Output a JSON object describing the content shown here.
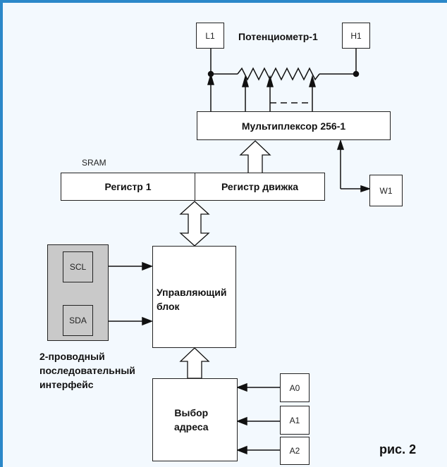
{
  "labels": {
    "potentiometer": "Потенциометр-1",
    "mux": "Мультиплексор 256-1",
    "sram": "SRAM",
    "reg1": "Регистр 1",
    "reg_wiper": "Регистр движка",
    "control_line1": "Управляющий",
    "control_line2": "блок",
    "addr_line1": "Выбор",
    "addr_line2": "адреса",
    "iface_line1": "2-проводный",
    "iface_line2": "последовательный",
    "iface_line3": "интерфейс",
    "caption": "рис. 2"
  },
  "pins": {
    "l1": "L1",
    "h1": "H1",
    "w1": "W1",
    "scl": "SCL",
    "sda": "SDA",
    "a0": "A0",
    "a1": "A1",
    "a2": "A2"
  },
  "colors": {
    "frame": "#2b88c9",
    "background": "#f3f9fe",
    "panel_grey": "#c9c9c9"
  }
}
